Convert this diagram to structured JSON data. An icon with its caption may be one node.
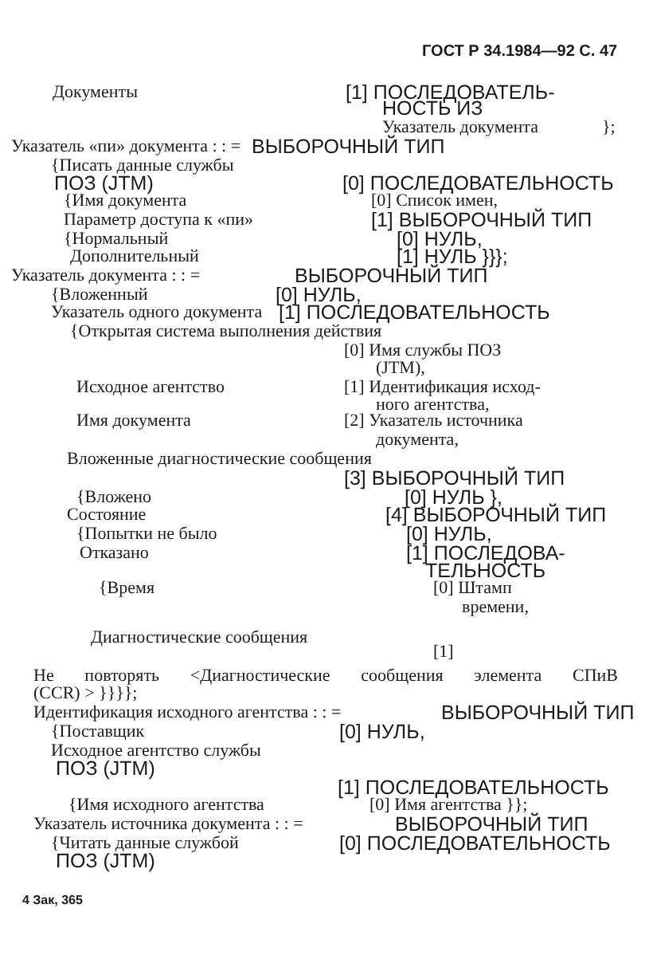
{
  "diagram": {
    "labels": [
      "ГОСТ Р 34.1984—92 С. 47",
      "Документы",
      "[1] ПОСЛЕДОВАТЕЛЬ-",
      "НОСТЬ ИЗ",
      "Указатель документа",
      "};",
      "Указатель «пи» документа : : =",
      "ВЫБОРОЧНЫЙ ТИП",
      "{Писать данные службы",
      "ПОЗ (JTM)",
      "[0] ПОСЛЕДОВАТЕЛЬНОСТЬ",
      "{Имя документа",
      "[0] Список имен,",
      "Параметр доступа к «пи»",
      "[1] ВЫБОРОЧНЫЙ ТИП",
      "{Нормальный",
      "[0] НУЛЬ,",
      "Дополнительный",
      "[1] НУЛЬ }}};",
      "Указатель документа : : =",
      "ВЫБОРОЧНЫЙ ТИП",
      "{Вложенный",
      "[0] НУЛЬ,",
      "Указатель одного документа",
      "[1] ПОСЛЕДОВАТЕЛЬНОСТЬ",
      "{Открытая система выполнения действия",
      "[0] Имя службы ПОЗ",
      "(JTM),",
      "Исходное агентство",
      "[1] Идентификация исход-",
      "ного агентства,",
      "Имя документа",
      "[2] Указатель источника",
      "документа,",
      "Вложенные диагностические сообщения",
      "[3] ВЫБОРОЧНЫЙ ТИП",
      "{Вложено",
      "[0] НУЛЬ },",
      "Состояние",
      "[4] ВЫБОРОЧНЫЙ ТИП",
      "{Попытки не было",
      "[0] НУЛЬ,",
      "Отказано",
      "[1] ПОСЛЕДОВА-",
      "ТЕЛЬНОСТЬ",
      "{Время",
      "[0] Штамп",
      "времени,",
      "Диагностические сообщения",
      "[1]",
      "Не повторять <Диагностические сообщения элемента СПиВ",
      "(CCR) > }}}};",
      "Идентификация исходного агентства : : =",
      "ВЫБОРОЧНЫЙ ТИП",
      "{Поставщик",
      "[0] НУЛЬ,",
      "Исходное агентство службы",
      "ПОЗ (JTM)",
      "[1] ПОСЛЕДОВАТЕЛЬНОСТЬ",
      "{Имя исходного агентства",
      "[0] Имя агентства }};",
      "Указатель источника документа : : =",
      "ВЫБОРОЧНЫЙ ТИП",
      "{Читать данные службой",
      "[0] ПОСЛЕДОВАТЕЛЬНОСТЬ",
      "ПОЗ (JTM)",
      "4 Зак, 365"
    ]
  }
}
